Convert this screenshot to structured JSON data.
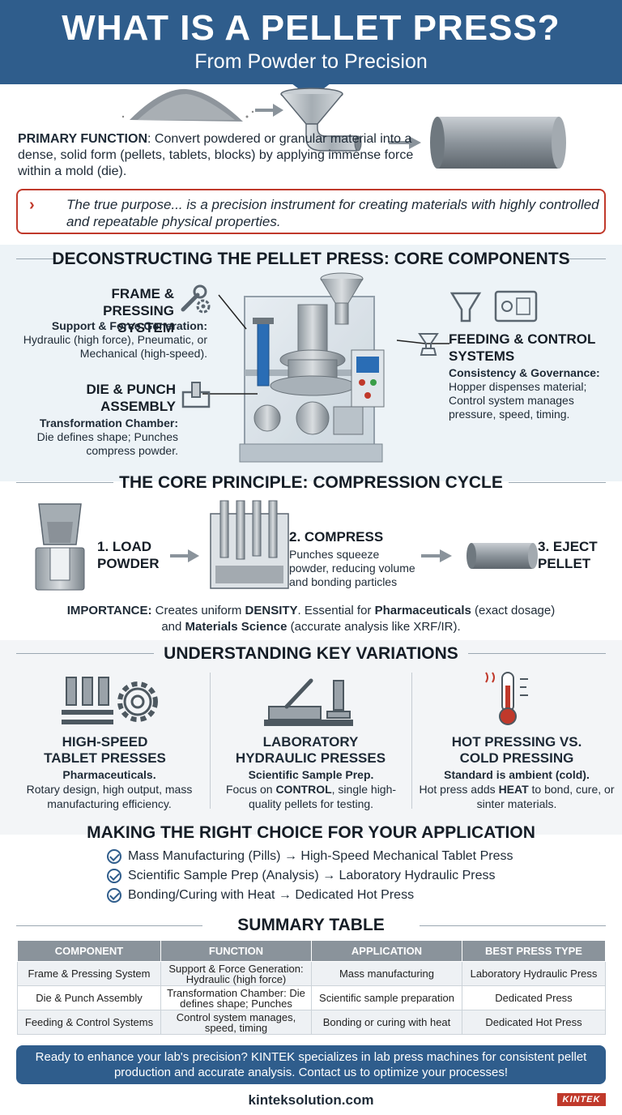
{
  "header": {
    "title": "WHAT IS A PELLET PRESS?",
    "subtitle": "From Powder to Precision"
  },
  "intro": {
    "primary_label": "PRIMARY FUNCTION",
    "primary_text": ": Convert powdered or granular material into a dense, solid form (pellets, tablets, blocks) by applying immense force within a mold (die).",
    "callout": "The true purpose... is a precision instrument for creating materials with highly controlled and repeatable physical properties."
  },
  "components": {
    "title": "DECONSTRUCTING THE PELLET PRESS: CORE COMPONENTS",
    "frame": {
      "heading": "FRAME &\nPRESSING SYSTEM",
      "sub_label": "Support & Force Generation:",
      "sub_text": "Hydraulic (high force), Pneumatic, or Mechanical (high-speed)."
    },
    "die": {
      "heading": "DIE & PUNCH\nASSEMBLY",
      "sub_label": "Transformation Chamber:",
      "sub_text": "Die defines shape; Punches compress powder."
    },
    "feeding": {
      "heading": "FEEDING & CONTROL\nSYSTEMS",
      "sub_label": "Consistency & Governance:",
      "sub_text": "Hopper dispenses material; Control system manages pressure, speed, timing."
    }
  },
  "cycle": {
    "title": "THE CORE PRINCIPLE: COMPRESSION CYCLE",
    "step1": "1. LOAD\nPOWDER",
    "step2_title": "2. COMPRESS",
    "step2_text": "Punches squeeze powder, reducing volume and bonding particles",
    "step3": "3. EJECT\nPELLET",
    "importance_label": "IMPORTANCE:",
    "importance_a": " Creates uniform ",
    "importance_density": "DENSITY",
    "importance_b": ". Essential for ",
    "importance_pharma": "Pharmaceuticals",
    "importance_c": " (exact dosage)",
    "importance_d": "and ",
    "importance_ms": "Materials Science",
    "importance_e": " (accurate analysis like XRF/IR)."
  },
  "variations": {
    "title": "UNDERSTANDING KEY VARIATIONS",
    "items": [
      {
        "heading": "HIGH-SPEED\nTABLET PRESSES",
        "sub_bold": "Pharmaceuticals.",
        "text": "Rotary design, high output, mass manufacturing efficiency."
      },
      {
        "heading": "LABORATORY\nHYDRAULIC PRESSES",
        "sub_bold": "Scientific Sample Prep.",
        "text_a": "Focus on ",
        "text_bold": "CONTROL",
        "text_b": ", single high-quality pellets for testing."
      },
      {
        "heading": "HOT PRESSING VS.\nCOLD PRESSING",
        "sub_bold": "Standard is ambient (cold).",
        "text_a": "Hot press adds ",
        "text_bold": "HEAT",
        "text_b": " to bond, cure, or sinter materials."
      }
    ]
  },
  "choice": {
    "title": "MAKING THE RIGHT CHOICE FOR YOUR APPLICATION",
    "items": [
      "Mass Manufacturing (Pills) → High-Speed Mechanical Tablet Press",
      "Scientific Sample Prep (Analysis) → Laboratory Hydraulic Press",
      "Bonding/Curing with Heat → Dedicated Hot Press"
    ]
  },
  "summary": {
    "title": "SUMMARY TABLE",
    "columns": [
      "COMPONENT",
      "FUNCTION",
      "APPLICATION",
      "BEST PRESS TYPE"
    ],
    "rows": [
      [
        "Frame & Pressing System",
        "Support & Force Generation: Hydraulic (high force)",
        "Mass manufacturing",
        "Laboratory Hydraulic Press"
      ],
      [
        "Die & Punch Assembly",
        "Transformation Chamber: Die defines shape; Punches",
        "Scientific sample preparation",
        "Dedicated Press"
      ],
      [
        "Feeding & Control Systems",
        "Control system manages, speed, timing",
        "Bonding or curing with heat",
        "Dedicated Hot Press"
      ]
    ]
  },
  "footer": {
    "cta": "Ready to enhance your lab's precision? KINTEK specializes in lab press machines for consistent pellet production and accurate analysis. Contact us to optimize your processes!",
    "url": "kinteksolution.com",
    "brand": "KINTEK"
  },
  "colors": {
    "primary_blue": "#2f5d8c",
    "accent_red": "#c0392b",
    "steel_gray": "#8a939b"
  }
}
